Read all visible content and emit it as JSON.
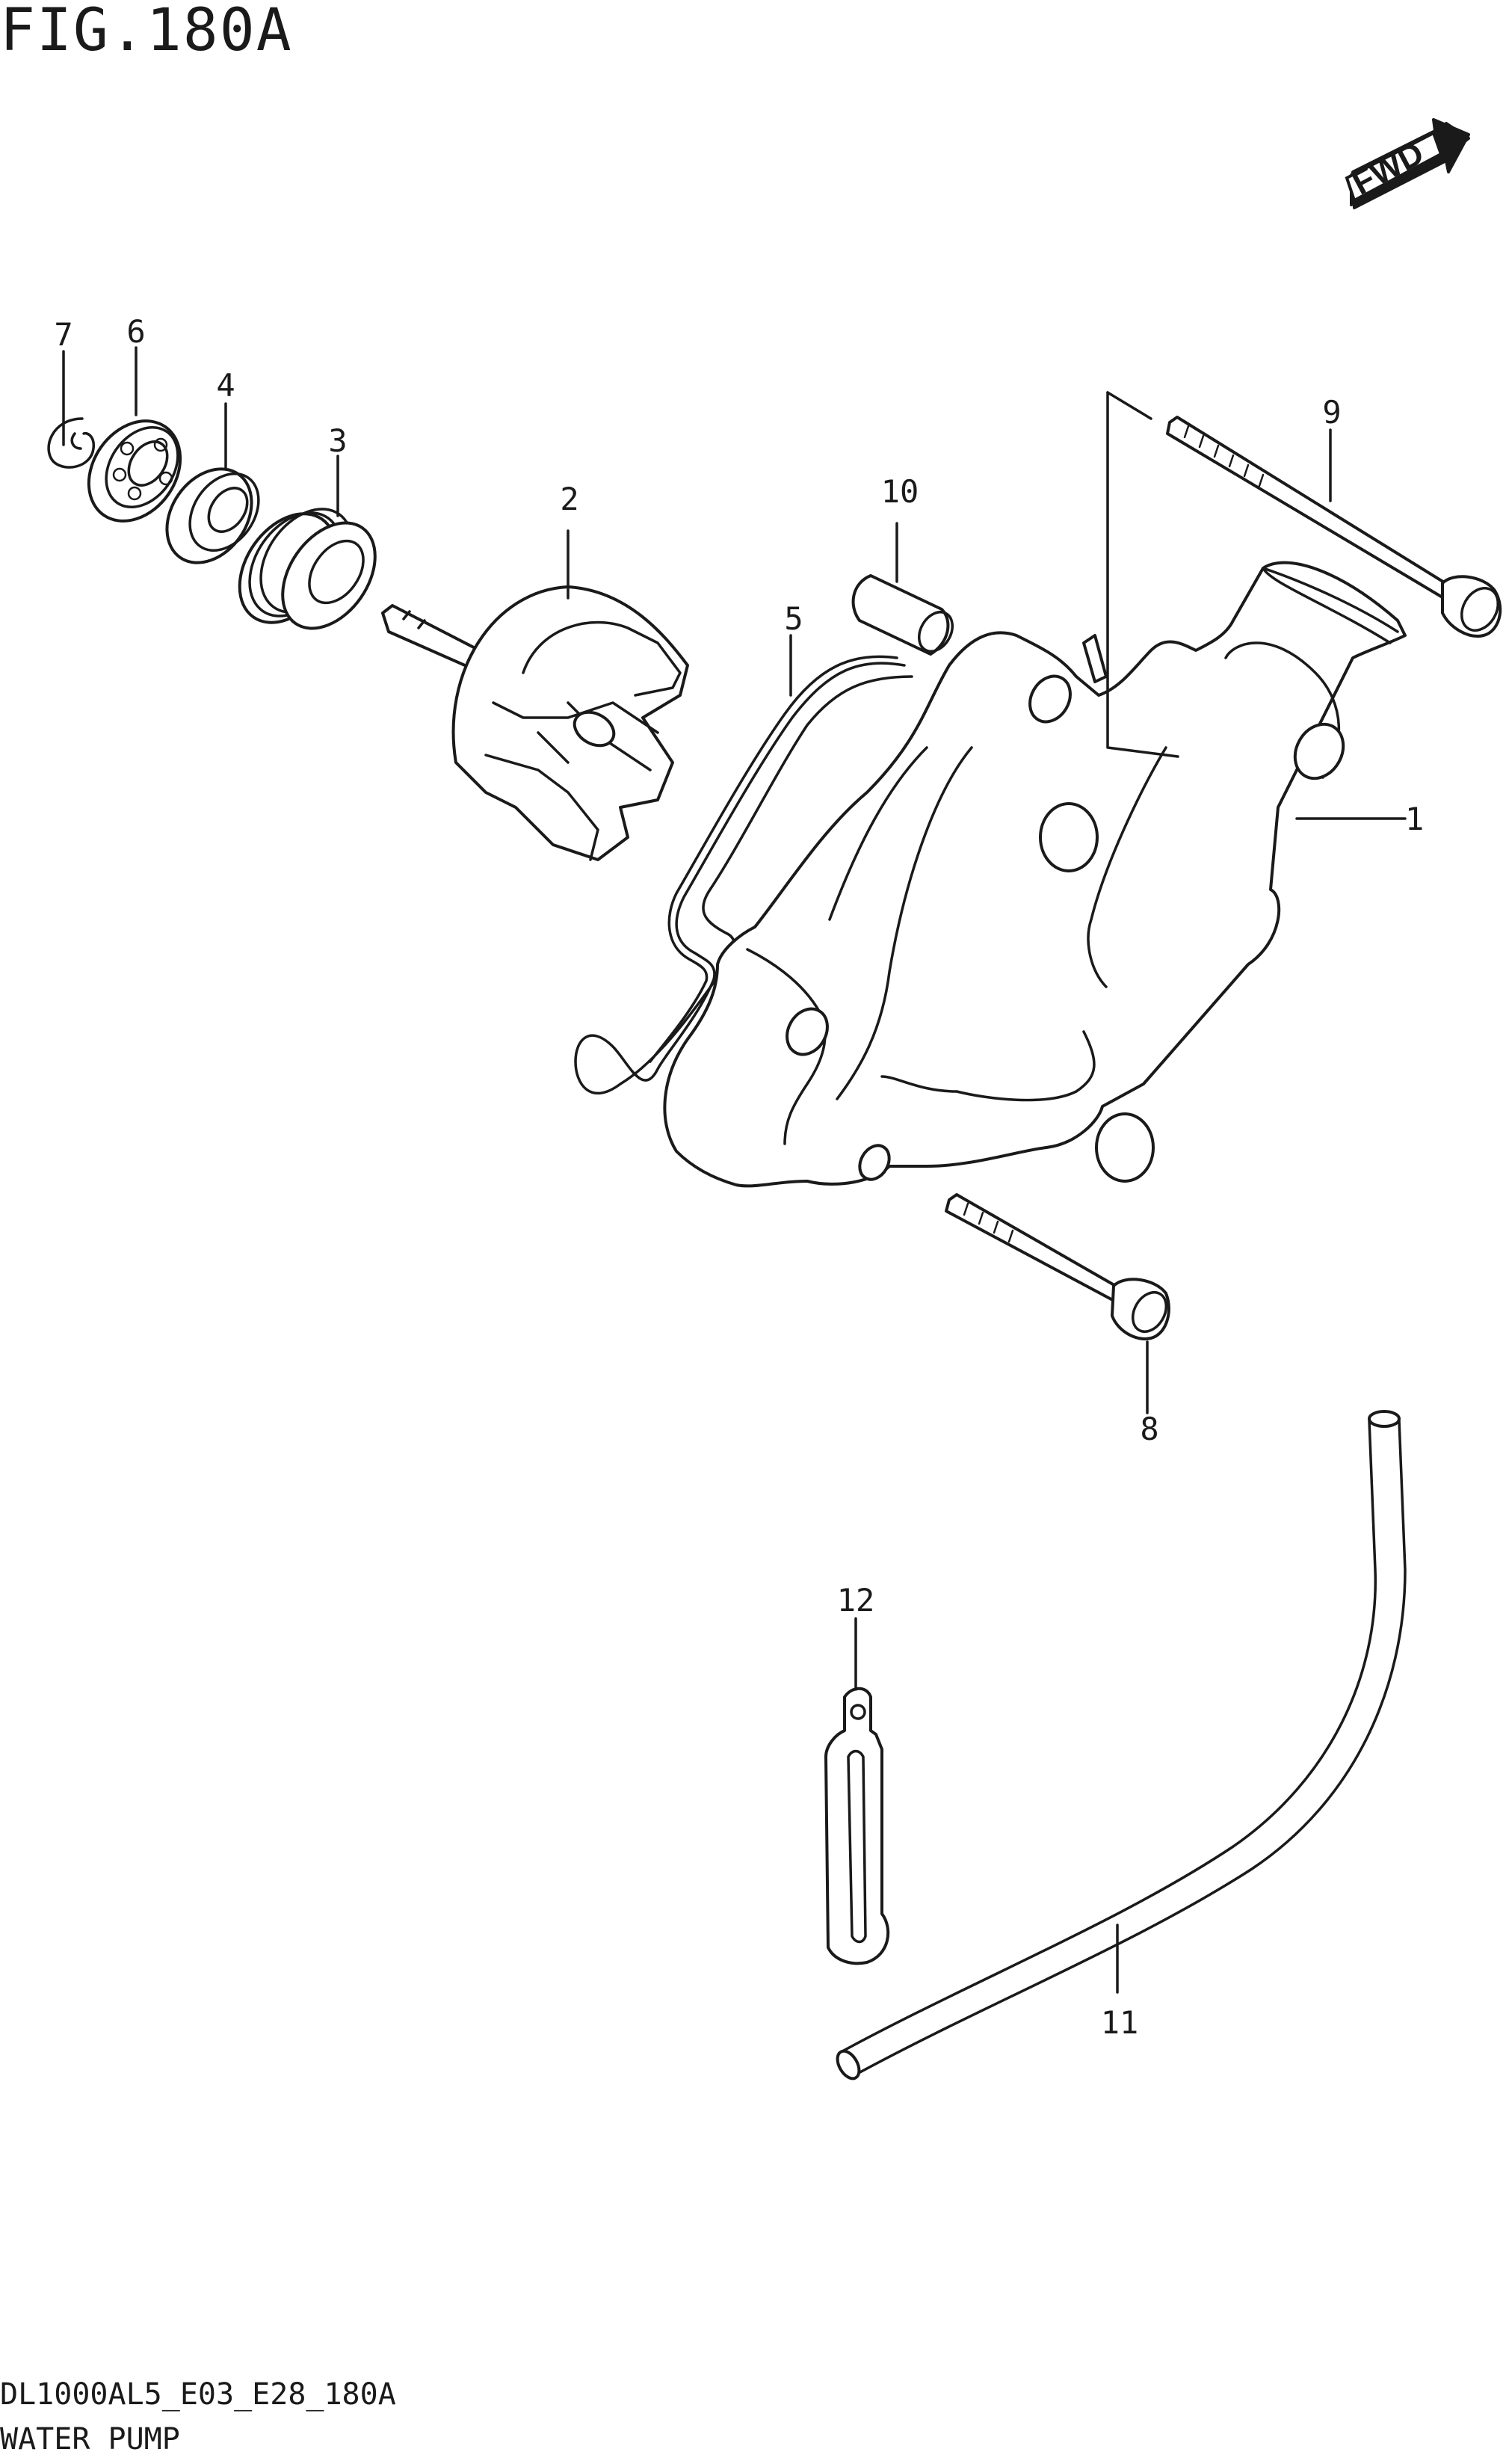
{
  "figure": {
    "title": "FIG.180A",
    "code": "DL1000AL5_E03_E28_180A",
    "name": "WATER PUMP",
    "fwd_label": "FWD"
  },
  "callouts": [
    {
      "id": "1",
      "label": "1"
    },
    {
      "id": "2",
      "label": "2"
    },
    {
      "id": "3",
      "label": "3"
    },
    {
      "id": "4",
      "label": "4"
    },
    {
      "id": "5",
      "label": "5"
    },
    {
      "id": "6",
      "label": "6"
    },
    {
      "id": "7",
      "label": "7"
    },
    {
      "id": "8",
      "label": "8"
    },
    {
      "id": "9",
      "label": "9"
    },
    {
      "id": "10",
      "label": "10"
    },
    {
      "id": "11",
      "label": "11"
    },
    {
      "id": "12",
      "label": "12"
    }
  ],
  "colors": {
    "ink": "#1a1a1a",
    "background": "#ffffff"
  }
}
